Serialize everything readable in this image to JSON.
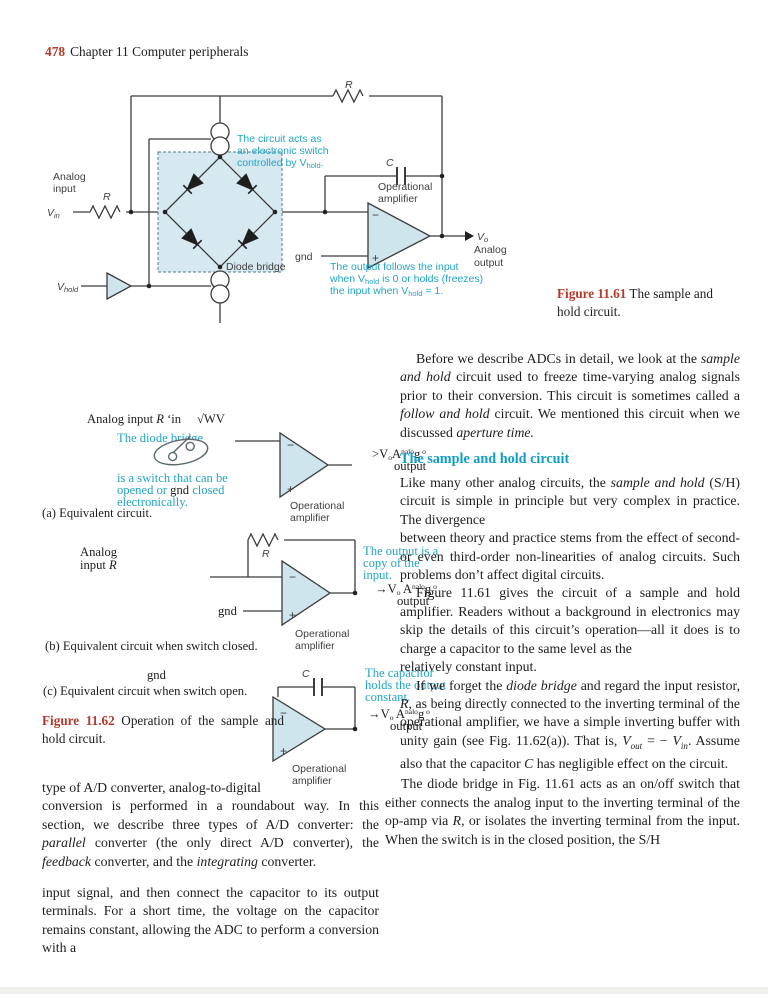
{
  "header": {
    "page_number": "478",
    "chapter_title": "Chapter 11 Computer peripherals"
  },
  "colors": {
    "teal": "#21a5c6",
    "heading_teal": "#0f9dc5",
    "red": "#b5382a",
    "opamp_fill": "#cfe5ee",
    "bridge_fill": "#d6e8f0"
  },
  "fig61": {
    "labels": {
      "analog1": "Analog",
      "analog2": "input",
      "vin_main": "V",
      "vin_sub": "in",
      "r_in": "R",
      "r_fb": "R",
      "cap": "C",
      "gnd": "gnd",
      "op1": "Operational",
      "op2": "amplifier",
      "minus": "−",
      "plus": "+",
      "vhold_main": "V",
      "vhold_sub": "hold",
      "bridge": "Diode bridge",
      "vo_main": "V",
      "vo_sub": "o",
      "out1": "Analog",
      "out2": "output"
    },
    "ann_switch": {
      "l1": "The circuit acts as",
      "l2": "an electronic switch",
      "l3a": "controlled by V",
      "l3b": "hold",
      "l3c": "."
    },
    "ann_output": {
      "l1": "The output follows the input",
      "l2a": "when V",
      "l2b": "hold",
      "l2c": " is 0 or holds (freezes)",
      "l3a": "the input when V",
      "l3b": "hold",
      "l3c": " = 1."
    },
    "caption_label": "Figure 11.61",
    "caption_text": " The sample and hold circuit."
  },
  "fig62a": {
    "head_a": "Analog input ",
    "head_b": "R",
    "head_c": " ʻin",
    "res": "√WV",
    "ann1": "The diode bridge",
    "ann2_l1": "is a switch that can be",
    "ann2_l2a": "opened or ",
    "ann2_l2b": "gnd",
    "ann2_l2c": " closed",
    "ann2_l3": "electronically.",
    "op1": "Operational",
    "op2": "amplifier",
    "minus": "−",
    "plus": "+",
    "out_a": ">V",
    "out_sub": "o",
    "out_b": "A",
    "out_sup": "nalo",
    "out_c": "g",
    "out_sup2": " o",
    "out_line2": "output",
    "caption": "(a) Equivalent circuit."
  },
  "fig62b": {
    "in1": "Analog",
    "in2a": "input ",
    "in2b": "R",
    "r": "R",
    "gnd": "gnd",
    "op1": "Operational",
    "op2": "amplifier",
    "minus": "−",
    "plus": "+",
    "ann_l1": "The output is a",
    "ann_l2": "copy of the",
    "ann_l3": "input.",
    "out_a": "→V",
    "out_sub": "o",
    "out_b": " A",
    "out_sup": "nalo",
    "out_c": "g",
    "out_sup2": " o",
    "out_line2": "output",
    "caption": "(b) Equivalent circuit when switch closed."
  },
  "fig62c": {
    "gnd": "gnd",
    "cap": "C",
    "op1": "Operational",
    "op2": "amplifier",
    "minus": "−",
    "plus": "+",
    "ann_l1": "The capacitor",
    "ann_l2": "holds the output",
    "ann_l3": "constant.",
    "out_a": "→V",
    "out_sub": "o",
    "out_b": " A",
    "out_sup": "nalo",
    "out_c": "g",
    "out_sup2": " o",
    "out_line2": "output",
    "caption": "(c) Equivalent circuit when switch open."
  },
  "fig62_caption": {
    "label": "Figure 11.62",
    "text": " Operation of the sample and hold circuit."
  },
  "right_col": {
    "p1": [
      "Before we describe ADCs in detail, we look at the ",
      "sample and hold",
      " circuit used to freeze time-varying analog signals prior to their conversion. This circuit is sometimes called a ",
      "follow and hold",
      " circuit. We mentioned this circuit when we discussed ",
      "aperture time."
    ],
    "heading": "The sample and hold circuit",
    "p2": [
      "Like many other analog circuits, the ",
      "sample and hold",
      " (S/H) circuit is simple in principle but very complex in practice. The divergence"
    ],
    "p3": "between theory and practice stems from the effect of second-or even third-order non-linearities of analog circuits. Such problems don’t affect digital circuits.",
    "p4": "Figure 11.61 gives the circuit of a sample and hold amplifier. Readers without a background in electronics may skip the details of this circuit’s operation—all it does is to charge a capacitor to the same level as the",
    "p4b": "relatively constant input.",
    "p5": [
      "If we forget the ",
      "diode bridge",
      " and regard the input resistor, ",
      "R",
      ", as being directly connected to the inverting terminal of the operational amplifier, we have a simple inverting buffer with unity gain (see Fig. 11.62(a)). That is, ",
      "V",
      "out",
      " = − ",
      "V",
      "in",
      ". Assume also that the capacitor ",
      "C",
      " has negligible effect on the circuit."
    ],
    "p6": [
      "The diode bridge in Fig. 11.61 acts as an on/off switch that either connects the analog input to the inverting terminal of the op-amp via ",
      "R",
      ", or isolates the inverting terminal from the input. When the switch is in the closed position, the S/H"
    ]
  },
  "left_col": {
    "line1": "type of A/D converter, analog-to-digital",
    "p": [
      "conversion is performed in a roundabout way. In this section, we describe three types of A/D converter: the ",
      "parallel",
      " converter (the only direct A/D converter), the ",
      "feedback",
      " converter, and the ",
      "integrating",
      " converter."
    ]
  },
  "bottom_para": "input signal, and then connect the capacitor to its output terminals. For a short time, the voltage on the capacitor remains constant, allowing the ADC to perform a conversion with a"
}
